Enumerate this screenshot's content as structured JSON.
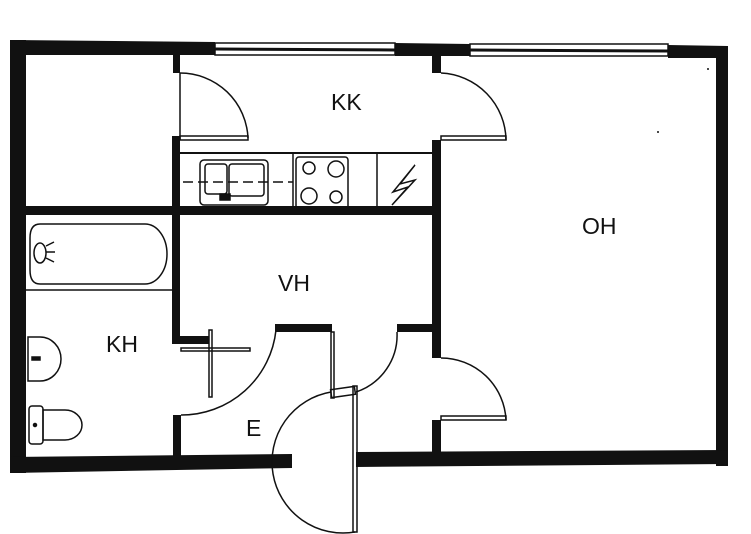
{
  "rooms": {
    "kitchen": "KK",
    "living_room": "OH",
    "storage": "VH",
    "bathroom": "KH",
    "entrance": "E"
  },
  "colors": {
    "wall": "#111111",
    "background": "#ffffff"
  },
  "icons": [
    "sink-icon",
    "stove-icon",
    "electric-panel-icon",
    "bathtub-icon",
    "washbasin-icon",
    "toilet-icon"
  ]
}
